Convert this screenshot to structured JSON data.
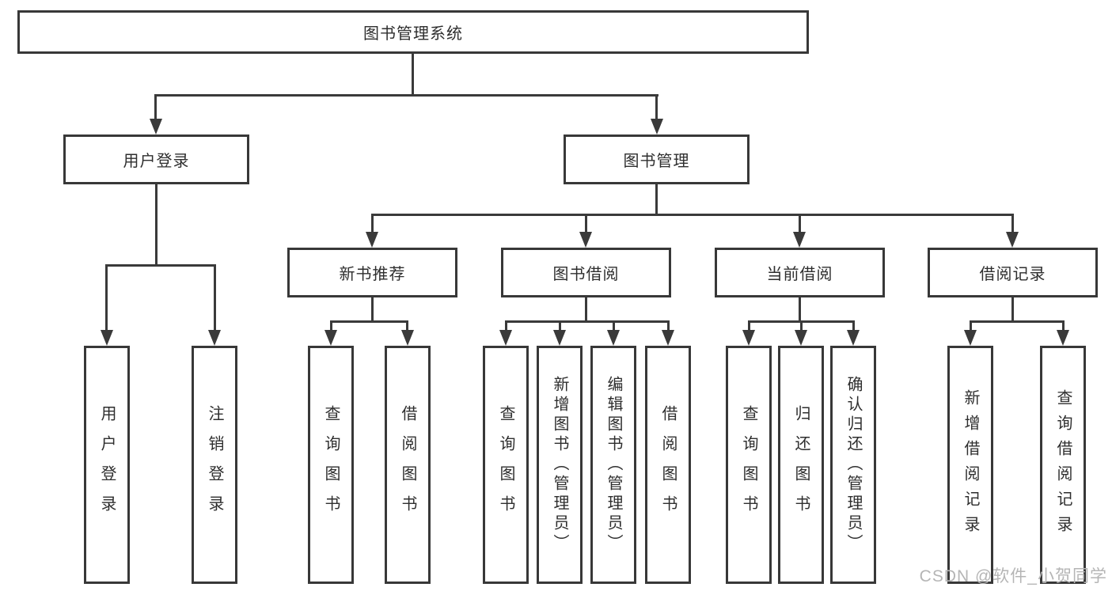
{
  "tree": {
    "root": "图书管理系统",
    "children": [
      {
        "label": "用户登录",
        "children": [
          "用户登录",
          "注销登录"
        ]
      },
      {
        "label": "图书管理",
        "children": [
          {
            "label": "新书推荐",
            "children": [
              "查询图书",
              "借阅图书"
            ]
          },
          {
            "label": "图书借阅",
            "children": [
              "查询图书",
              "新增图书（管理员）",
              "编辑图书（管理员）",
              "借阅图书"
            ]
          },
          {
            "label": "当前借阅",
            "children": [
              "查询图书",
              "归还图书",
              "确认归还（管理员）"
            ]
          },
          {
            "label": "借阅记录",
            "children": [
              "新增借阅记录",
              "查询借阅记录"
            ]
          }
        ]
      }
    ]
  },
  "watermark": {
    "text": "CSDN @软件_小贺同学"
  },
  "colors": {
    "line": "#3a3a3a",
    "box_border": "#383838",
    "text": "#2e2e2e",
    "background": "#ffffff",
    "watermark": "#b5b5b5"
  }
}
